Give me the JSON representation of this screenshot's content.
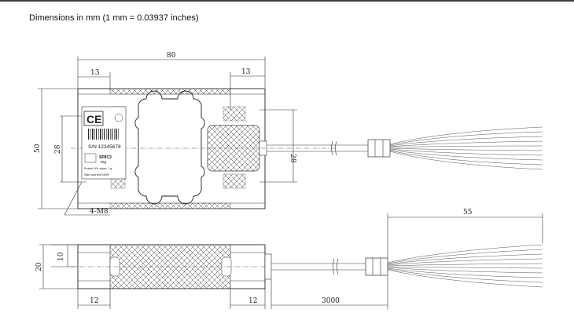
{
  "heading": "Dimensions in mm (1 mm = 0.03937 inches)",
  "top_view": {
    "dim_width": "80",
    "dim_left_offset": "13",
    "dim_right_offset": "13",
    "dim_height": "50",
    "dim_hole_spacing_left": "28",
    "dim_hole_spacing_right": "28",
    "thread_callout": "4-M8",
    "label_ce": "CE",
    "label_serial": "S/N 12345678",
    "label_model": "SP8C3",
    "label_capacity": "5kg",
    "label_line1": "Protect: 6%   ±spec: 1 g",
    "label_line2": "Safe load limit:150%"
  },
  "side_view": {
    "dim_height": "20",
    "dim_inner": "10",
    "dim_left_end": "12",
    "dim_right_end": "12",
    "dim_cable": "3000",
    "dim_lead": "55"
  }
}
